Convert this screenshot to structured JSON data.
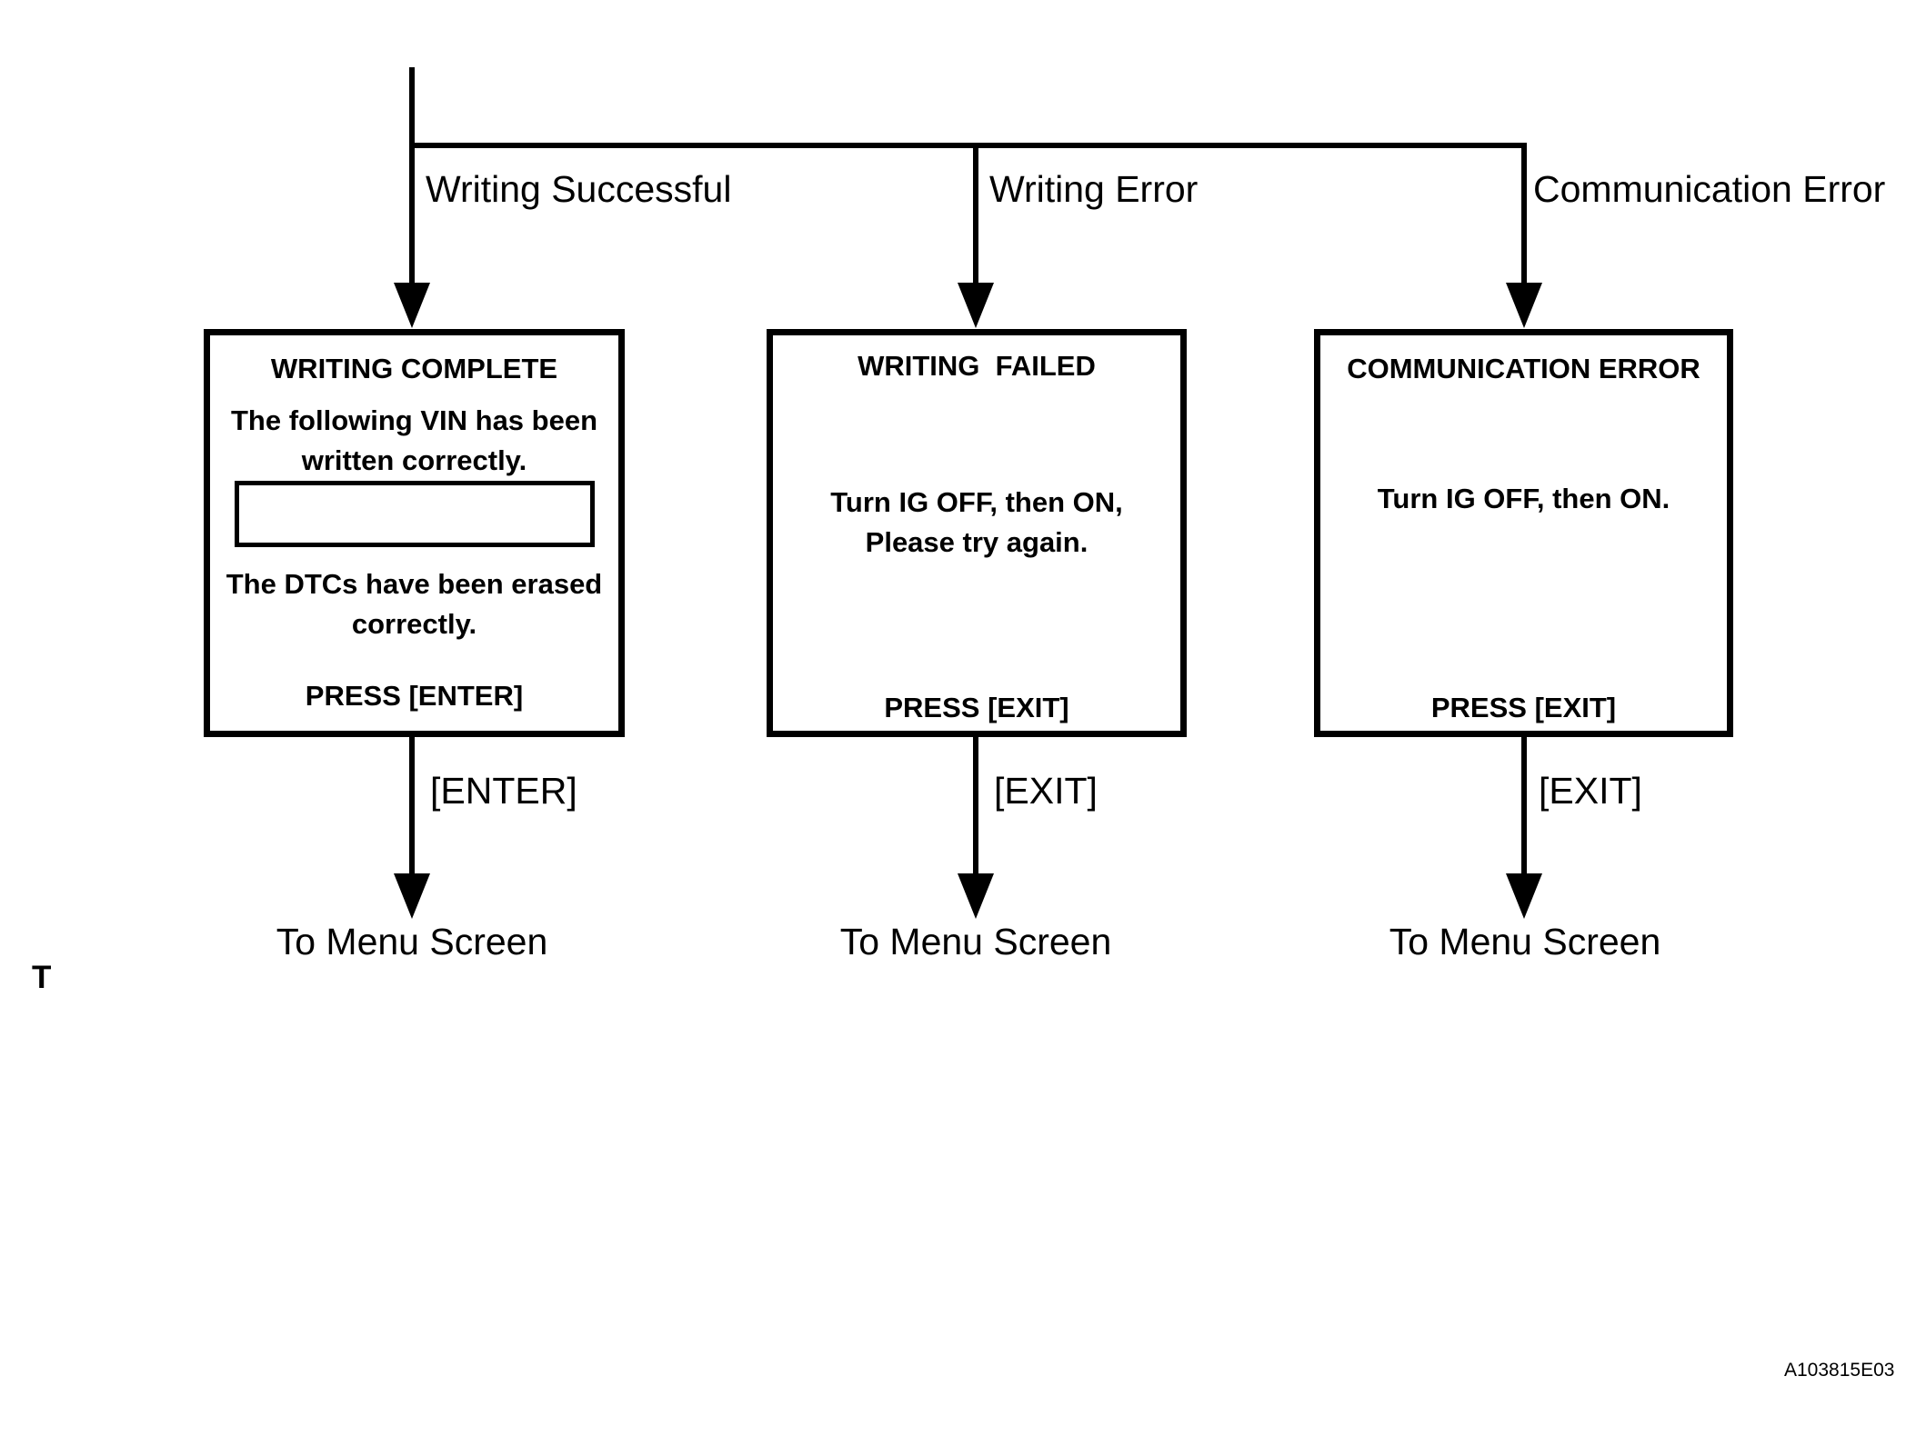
{
  "figure": {
    "code": "A103815E03",
    "side_label": "T",
    "colors": {
      "line": "#000000",
      "background": "#ffffff",
      "text": "#000000"
    },
    "branches": [
      {
        "condition": "Writing Successful",
        "screen": {
          "title": "WRITING COMPLETE",
          "line1": "The following VIN has been\nwritten correctly.",
          "vin_field_value": "",
          "line2": "The DTCs have been erased\ncorrectly.",
          "press": "PRESS [ENTER]"
        },
        "key": "[ENTER]",
        "destination": "To Menu Screen"
      },
      {
        "condition": "Writing Error",
        "screen": {
          "title": "WRITING  FAILED",
          "line1": "Turn IG OFF, then ON,\nPlease try again.",
          "press": "PRESS [EXIT]"
        },
        "key": "[EXIT]",
        "destination": "To Menu Screen"
      },
      {
        "condition": "Communication Error",
        "screen": {
          "title": "COMMUNICATION ERROR",
          "line1": "Turn IG OFF, then ON.",
          "press": "PRESS [EXIT]"
        },
        "key": "[EXIT]",
        "destination": "To Menu Screen"
      }
    ]
  }
}
